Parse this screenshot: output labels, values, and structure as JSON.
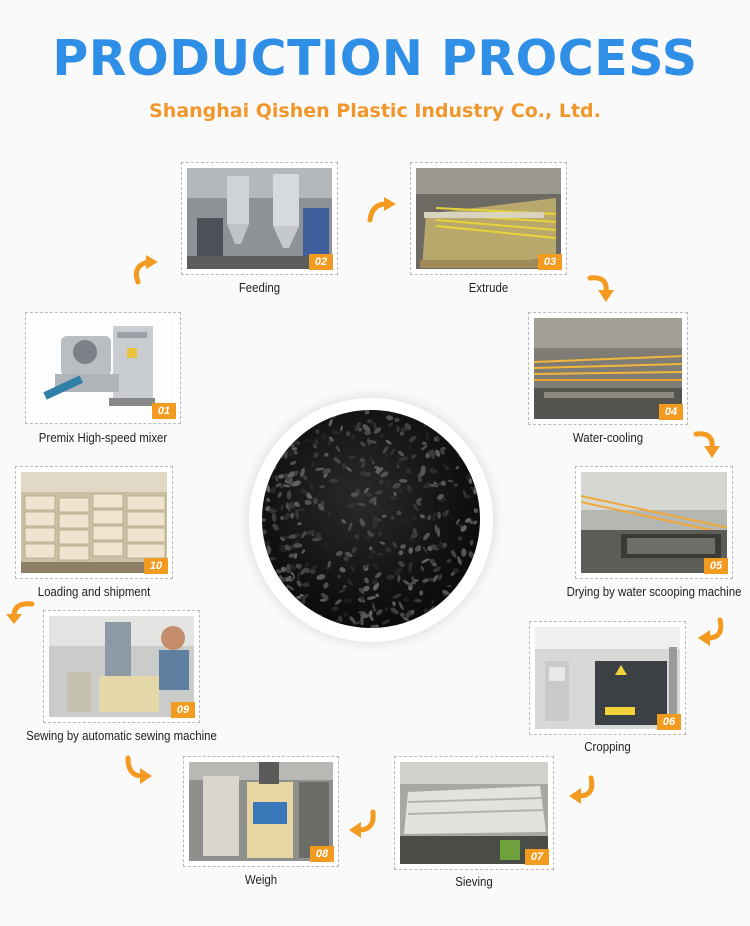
{
  "header": {
    "title": "PRODUCTION PROCESS",
    "subtitle": "Shanghai Qishen Plastic Industry Co., Ltd."
  },
  "steps": [
    {
      "num": "01",
      "label": "Premix High-speed mixer"
    },
    {
      "num": "02",
      "label": "Feeding"
    },
    {
      "num": "03",
      "label": "Extrude"
    },
    {
      "num": "04",
      "label": "Water-cooling"
    },
    {
      "num": "05",
      "label": "Drying by water scooping machine"
    },
    {
      "num": "06",
      "label": "Cropping"
    },
    {
      "num": "07",
      "label": "Sieving"
    },
    {
      "num": "08",
      "label": "Weigh"
    },
    {
      "num": "09",
      "label": "Sewing by automatic sewing machine"
    },
    {
      "num": "10",
      "label": "Loading and shipment"
    }
  ],
  "colors": {
    "title": "#2f8fe6",
    "accent": "#f39a21"
  }
}
